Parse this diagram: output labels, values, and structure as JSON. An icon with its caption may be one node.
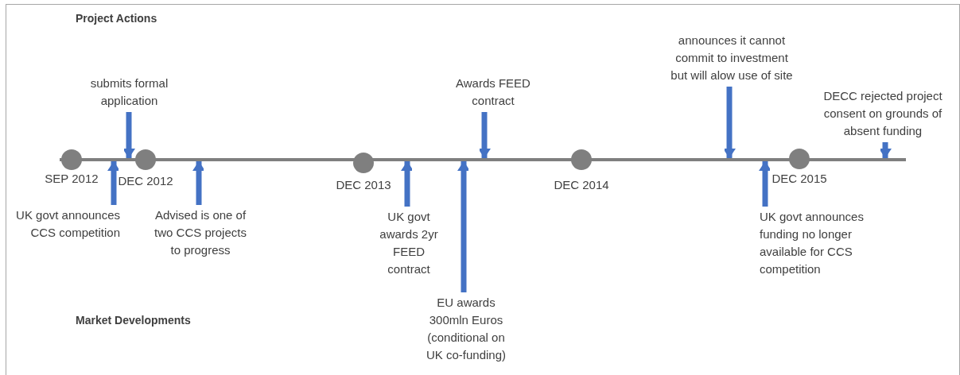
{
  "diagram": {
    "nodes": [
      {
        "text": [],
        "shape": "bar"
      },
      {
        "text": [],
        "shape": "circle",
        "beside": [
          "SEP 2012"
        ]
      },
      {
        "text": [],
        "shape": "circle",
        "beside": [
          "DEC 2012"
        ]
      },
      {
        "text": [],
        "shape": "circle",
        "beside": [
          "DEC 2013"
        ]
      },
      {
        "text": [],
        "shape": "circle",
        "beside": [
          "DEC 2014"
        ]
      },
      {
        "text": [],
        "shape": "circle",
        "beside": [
          "DEC 2015"
        ]
      },
      {
        "text": [
          "submits formal application"
        ]
      },
      {
        "text": [
          "UK govt announces CCS competition"
        ]
      },
      {
        "text": [
          "Advised is one of two CCS projects to progress"
        ]
      },
      {
        "text": [
          "UK govt awards 2yr FEED contract"
        ]
      },
      {
        "text": [
          "Awards FEED contract"
        ]
      },
      {
        "text": [
          "EU awards 300mln Euros (conditional on UK co-funding)"
        ]
      },
      {
        "text": [
          "announces it cannot commit to investment but will alow use of site"
        ]
      },
      {
        "text": [
          "UK govt announces funding no longer available for CCS competition"
        ]
      },
      {
        "text": [
          "DECC rejected project consent on grounds of absent funding"
        ]
      }
    ],
    "edges": [
      {
        "from": 6,
        "to": 0,
        "arrow": "to"
      },
      {
        "from": 7,
        "to": 0,
        "arrow": "to"
      },
      {
        "from": 8,
        "to": 0,
        "arrow": "to"
      },
      {
        "from": 9,
        "to": 0,
        "arrow": "to"
      },
      {
        "from": 10,
        "to": 0,
        "arrow": "to"
      },
      {
        "from": 11,
        "to": 0,
        "arrow": "to"
      },
      {
        "from": 12,
        "to": 0,
        "arrow": "to"
      },
      {
        "from": 13,
        "to": 0,
        "arrow": "to"
      },
      {
        "from": 14,
        "to": 0,
        "arrow": "to"
      }
    ],
    "labels": [
      "Project Actions",
      "Market Developments"
    ]
  }
}
